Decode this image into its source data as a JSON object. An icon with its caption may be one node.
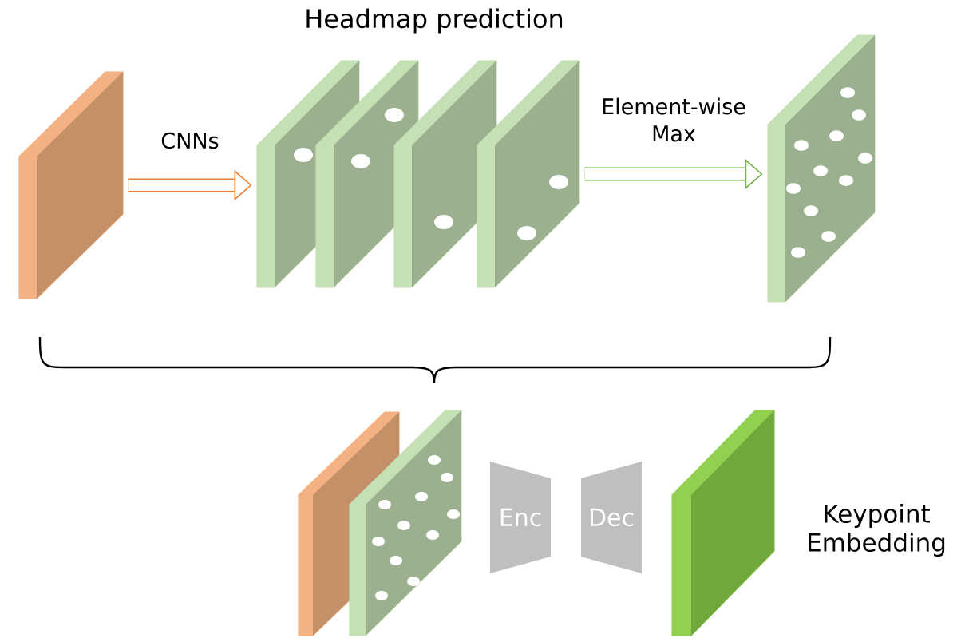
{
  "diagram": {
    "title": "Headmap prediction",
    "nodes": [
      {
        "text": [],
        "shape": "box"
      },
      {
        "text": [],
        "shape": "box"
      },
      {
        "text": [],
        "shape": "box"
      },
      {
        "text": [],
        "shape": "box"
      },
      {
        "text": [],
        "shape": "box"
      },
      {
        "text": [],
        "shape": "box"
      },
      {
        "text": [],
        "shape": "box"
      },
      {
        "text": [],
        "shape": "box"
      },
      {
        "text": [
          "Enc"
        ]
      },
      {
        "text": [
          "Dec"
        ]
      },
      {
        "text": [],
        "shape": "box",
        "beside": [
          "Keypoint Embedding"
        ]
      }
    ],
    "edges": [
      {
        "from": 0,
        "to": 1,
        "arrow": "to",
        "label": "CNNs",
        "color": "#ed7d31"
      },
      {
        "from": 4,
        "to": 5,
        "arrow": "to",
        "label": "Element-wise Max",
        "color": "#70ad47"
      }
    ]
  }
}
